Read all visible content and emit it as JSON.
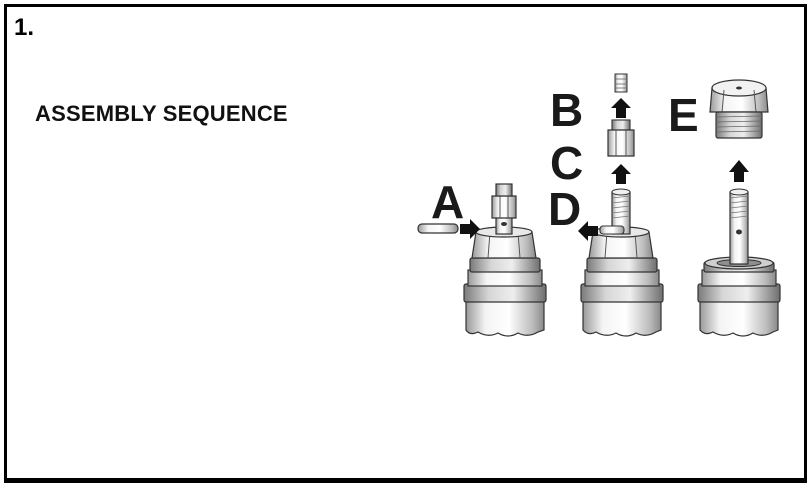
{
  "step": {
    "number": "1."
  },
  "heading": "ASSEMBLY SEQUENCE",
  "labels": {
    "a": "A",
    "b": "B",
    "c": "C",
    "d": "D",
    "e": "E"
  },
  "colors": {
    "border": "#000000",
    "part_fill": "#ffffff",
    "part_stroke": "#333333",
    "arrow": "#111111",
    "shade": "#d9d9d9"
  }
}
